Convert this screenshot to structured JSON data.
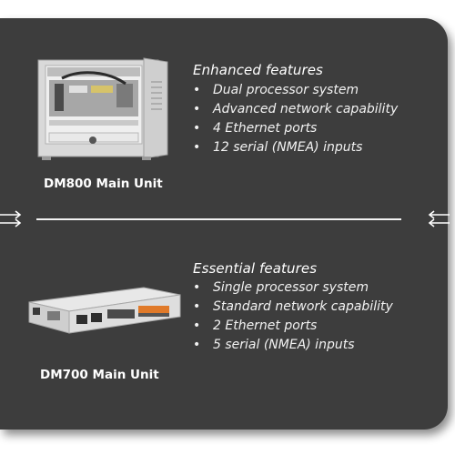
{
  "enhanced": {
    "heading": "Enhanced features",
    "items": [
      "Dual processor system",
      "Advanced network capability",
      "4 Ethernet ports",
      "12 serial (NMEA) inputs"
    ],
    "caption": "DM800 Main Unit"
  },
  "essential": {
    "heading": "Essential features",
    "items": [
      "Single processor system",
      "Standard network capability",
      "2 Ethernet ports",
      "5 serial (NMEA) inputs"
    ],
    "caption": "DM700 Main Unit"
  },
  "icons": {
    "left": "double-arrow-left-icon",
    "right": "double-arrow-right-icon"
  },
  "colors": {
    "panel": "#3d3d3d",
    "text": "#ffffff",
    "accent_orange": "#e07a2a"
  }
}
